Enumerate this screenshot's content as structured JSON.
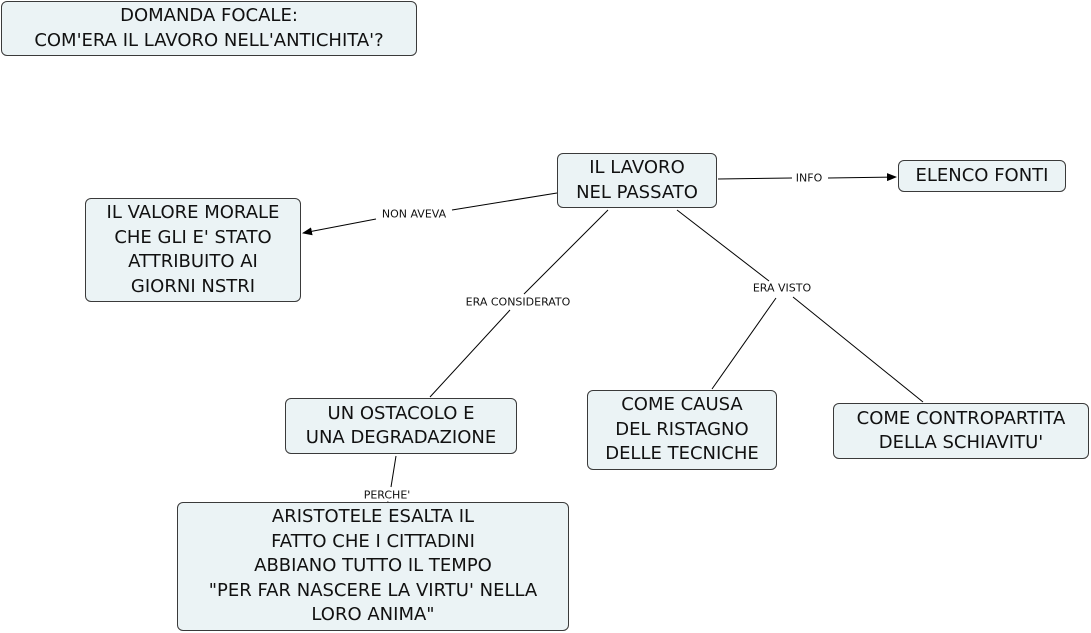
{
  "focus_question": "DOMANDA FOCALE:\nCOM'ERA IL LAVORO NELL'ANTICHITA'?",
  "nodes": {
    "root": "IL LAVORO\nNEL PASSATO",
    "fonti": "ELENCO FONTI",
    "valore": "IL VALORE MORALE\nCHE GLI E' STATO\nATTRIBUITO AI\nGIORNI NSTRI",
    "ostacolo": "UN OSTACOLO E\nUNA DEGRADAZIONE",
    "causa": "COME CAUSA\nDEL RISTAGNO\nDELLE TECNICHE",
    "contropartita": "COME CONTROPARTITA\nDELLA SCHIAVITU'",
    "aristotele": "ARISTOTELE ESALTA IL\nFATTO CHE I CITTADINI\nABBIANO TUTTO IL TEMPO\n\"PER FAR NASCERE LA VIRTU' NELLA\nLORO ANIMA\""
  },
  "links": {
    "info": "INFO",
    "non_aveva": "NON AVEVA",
    "era_considerato": "ERA CONSIDERATO",
    "era_visto": "ERA VISTO",
    "perche": "PERCHE'"
  }
}
